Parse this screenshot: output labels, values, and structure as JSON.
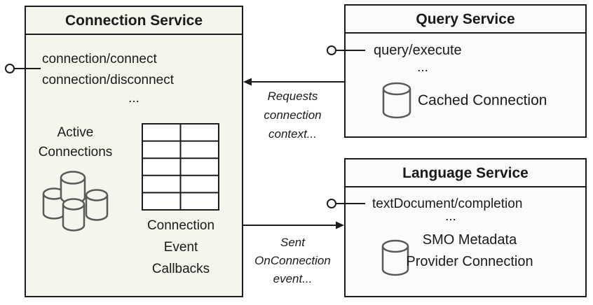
{
  "colors": {
    "page_bg": "#ffffff",
    "connection_box_fill": "#f3f6ec",
    "service_box_fill": "#fbfbfb",
    "border": "#1c1c1c",
    "cylinder_stroke": "#595959",
    "text": "#1a1a1a"
  },
  "connection_service": {
    "title": "Connection Service",
    "methods": [
      "connection/connect",
      "connection/disconnect"
    ],
    "more": "...",
    "active_connections": "Active\nConnections",
    "callbacks": "Connection\nEvent\nCallbacks"
  },
  "query_service": {
    "title": "Query Service",
    "methods": [
      "query/execute"
    ],
    "more": "...",
    "cached_connection": "Cached Connection"
  },
  "language_service": {
    "title": "Language Service",
    "methods": [
      "textDocument/completion"
    ],
    "more": "...",
    "smo_connection": "SMO Metadata\nProvider Connection"
  },
  "flows": {
    "requests": "Requests\nconnection\ncontext...",
    "sent": "Sent\nOnConnection\nevent..."
  }
}
